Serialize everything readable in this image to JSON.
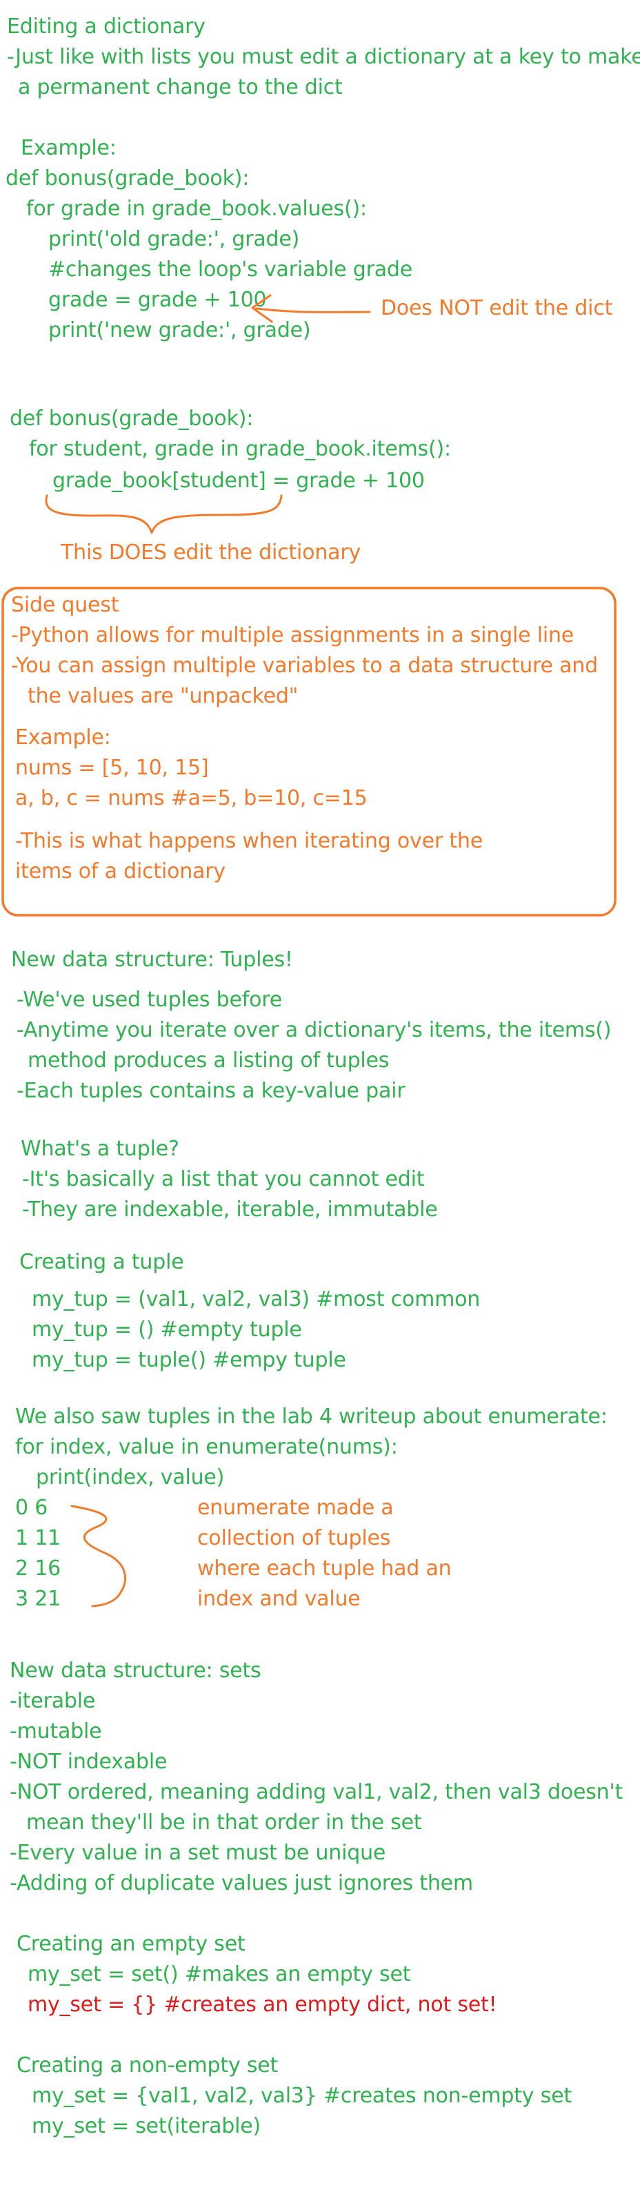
{
  "colors": {
    "green": "#2fb24f",
    "orange": "#f37a2a",
    "red": "#e11b1b",
    "background": "#ffffff"
  },
  "editing": {
    "title": "Editing a dictionary",
    "desc1": "-Just like with lists you must edit a dictionary at a key to make",
    "desc2": "a permanent change to the dict"
  },
  "example1": {
    "label": "Example:",
    "code": [
      "def bonus(grade_book):",
      "for grade in grade_book.values():",
      "print('old grade:', grade)",
      "#changes the loop's variable grade",
      "grade = grade + 100",
      "print('new grade:', grade)"
    ],
    "note": "Does NOT edit the dict"
  },
  "example2": {
    "code": [
      "def bonus(grade_book):",
      "for student, grade in grade_book.items():",
      "grade_book[student] = grade + 100"
    ],
    "note": "This DOES edit the dictionary"
  },
  "side_quest": {
    "title": "Side quest",
    "line1": "-Python allows for multiple assignments in a single line",
    "line2": "-You can assign multiple variables to a data structure and",
    "line3": "the values are \"unpacked\"",
    "example_label": "Example:",
    "code1": "nums = [5, 10, 15]",
    "code2": "a, b, c = nums #a=5, b=10, c=15",
    "note1": "-This is what happens when iterating over the",
    "note2": "items of a dictionary"
  },
  "tuples": {
    "title": "New data structure: Tuples!",
    "bullets": [
      "-We've used tuples before",
      "-Anytime you iterate over a dictionary's items, the items()",
      "method produces a listing of tuples",
      "-Each tuples contains a key-value pair"
    ],
    "whats": "What's a tuple?",
    "whats_bullets": [
      "-It's basically a list that you cannot edit",
      "-They are indexable, iterable, immutable"
    ],
    "creating": "Creating a tuple",
    "creating_code": [
      "my_tup = (val1, val2, val3) #most common",
      "my_tup = () #empty tuple",
      "my_tup = tuple() #empy tuple"
    ],
    "enum_intro": "We also saw tuples in the lab 4 writeup about enumerate:",
    "enum_code1": "for index, value in enumerate(nums):",
    "enum_code2": "print(index, value)",
    "enum_output": [
      "0 6",
      "1 11",
      "2 16",
      "3 21"
    ],
    "enum_note": [
      "enumerate made a",
      "collection of tuples",
      "where each tuple had an",
      "index and value"
    ]
  },
  "sets": {
    "title": "New data structure: sets",
    "bullets": [
      "-iterable",
      "-mutable",
      "-NOT indexable",
      "-NOT ordered, meaning adding val1, val2, then val3 doesn't",
      "mean they'll be in that order in the set",
      "-Every value in a set must be unique",
      "-Adding of duplicate values just ignores them"
    ],
    "empty_title": "Creating an empty set",
    "empty_code1": "my_set = set() #makes an empty set",
    "empty_code2": "my_set = {} #creates an empty dict, not set!",
    "nonempty_title": "Creating a non-empty set",
    "nonempty_code1": "my_set = {val1, val2, val3} #creates non-empty set",
    "nonempty_code2": "my_set = set(iterable)"
  }
}
